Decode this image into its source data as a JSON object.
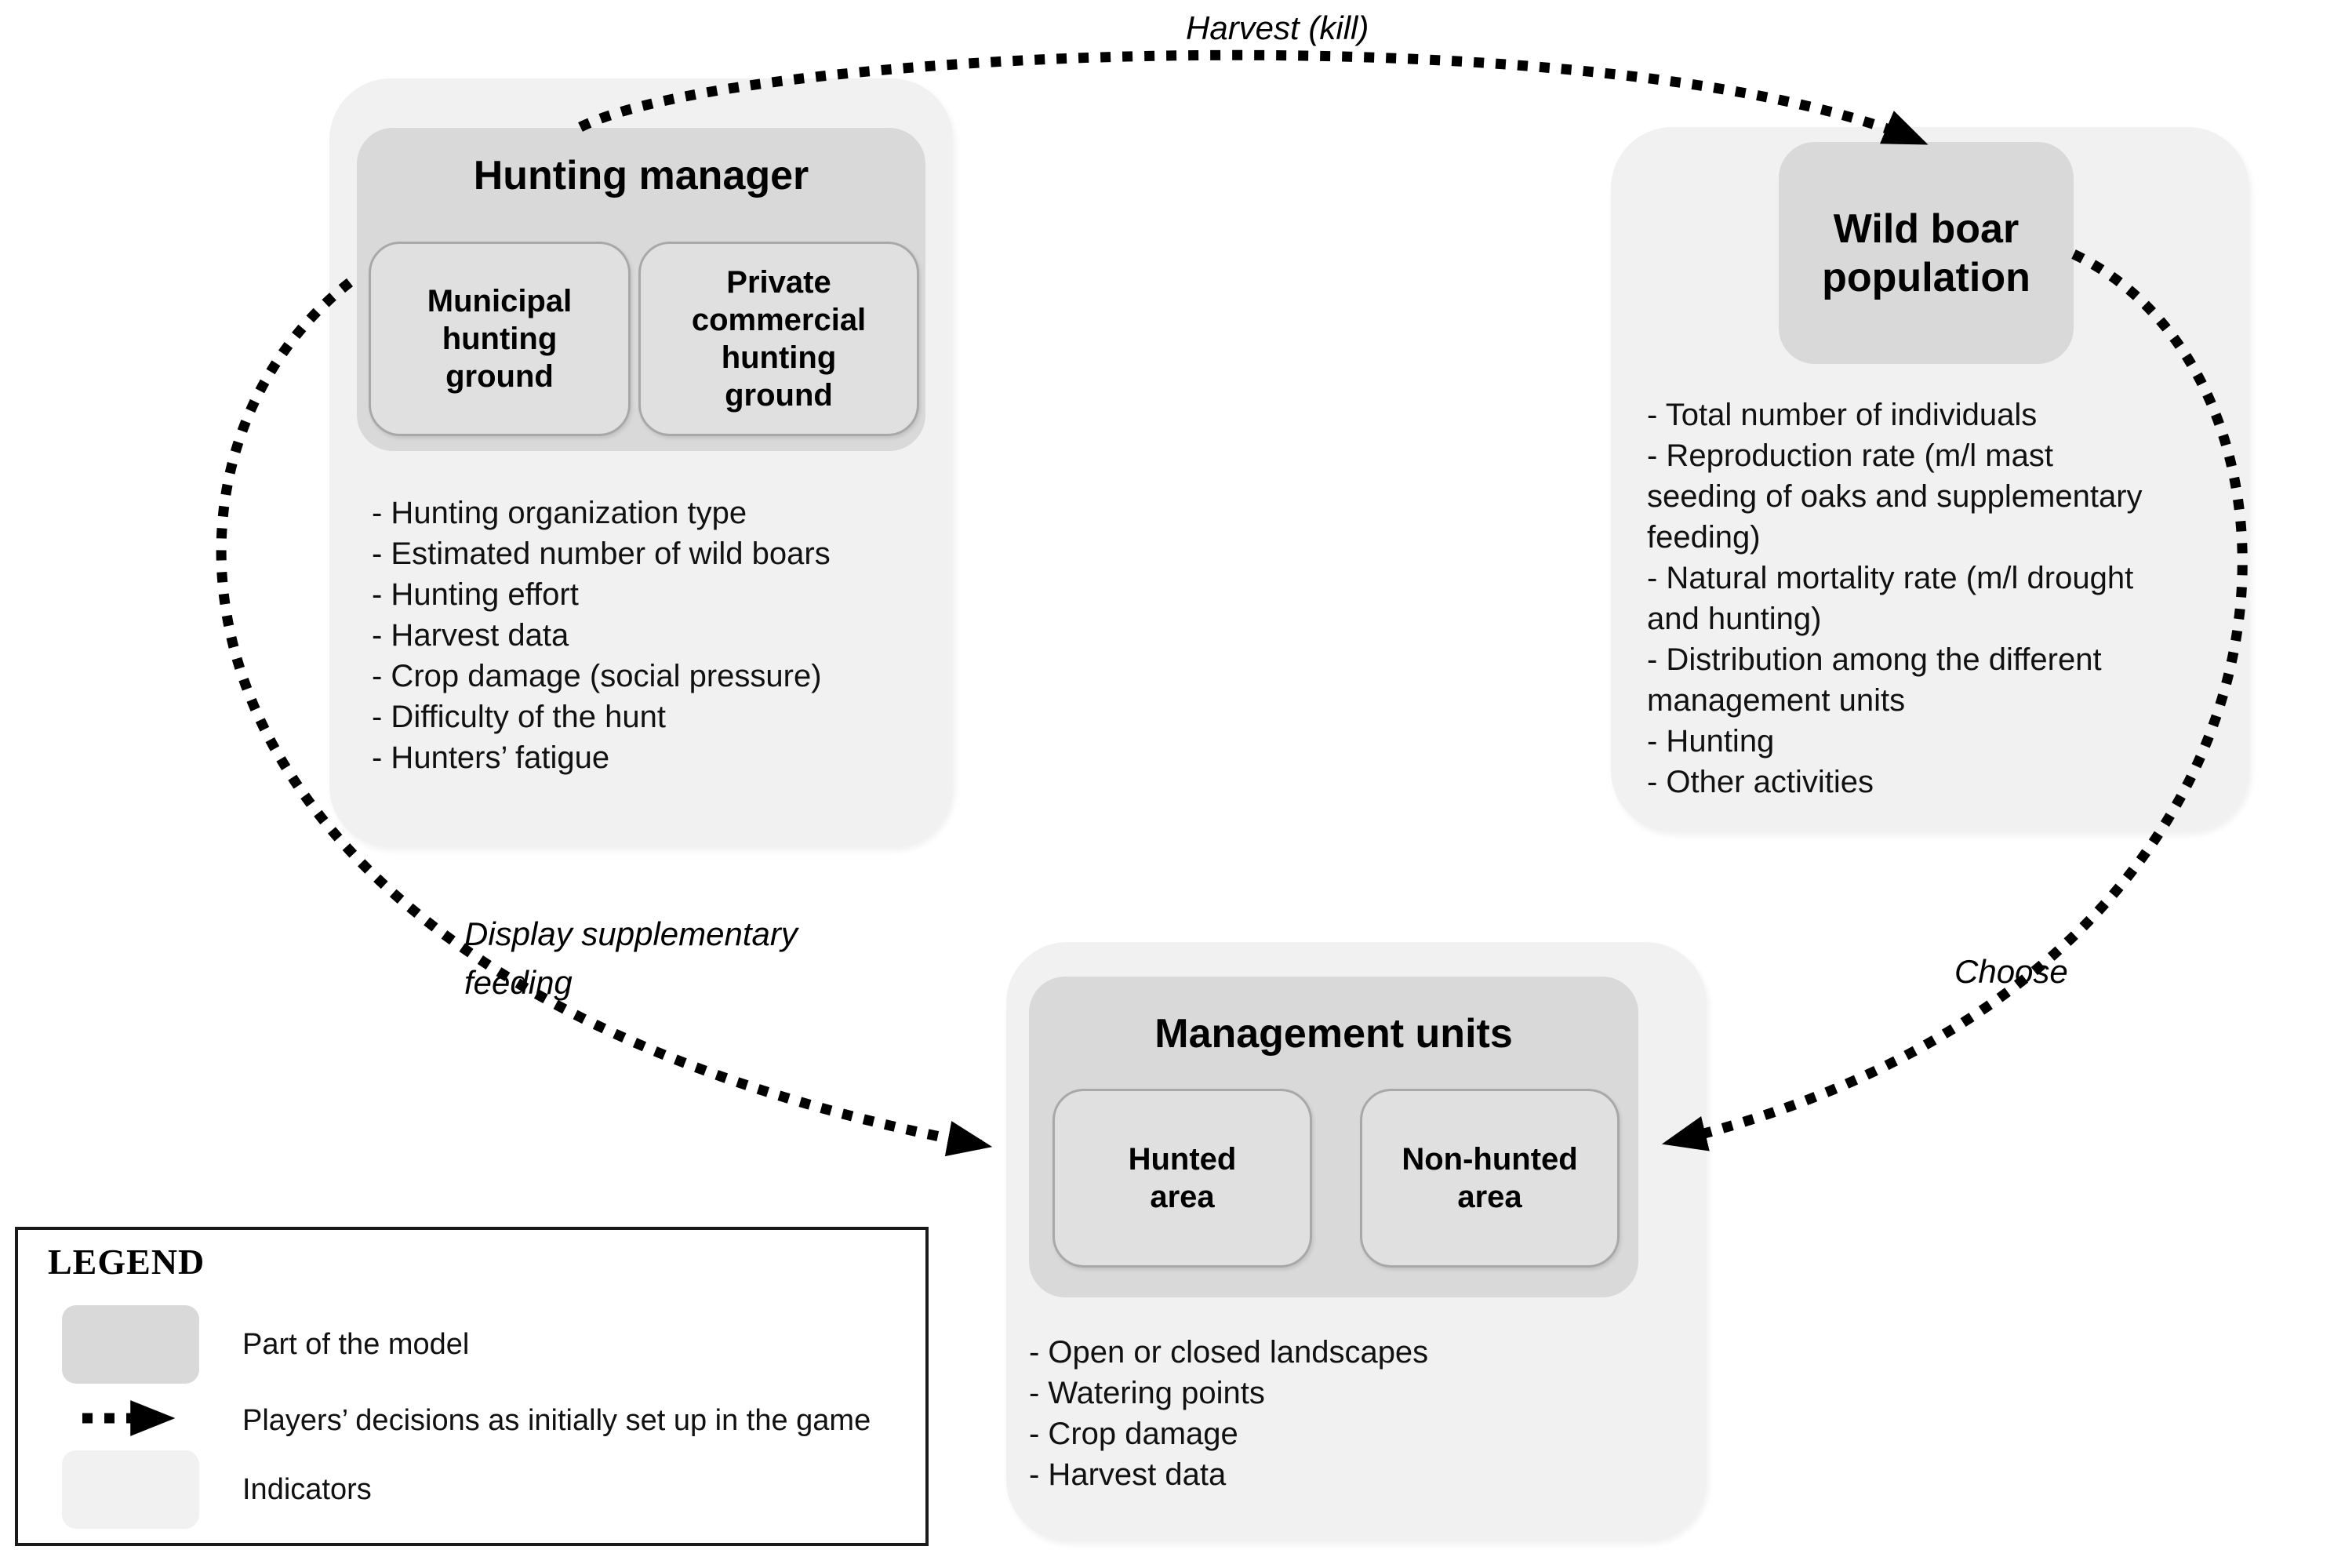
{
  "figure": {
    "type": "model-loop-diagram",
    "background": "#ffffff"
  },
  "colors": {
    "part_of_model_fill": "#d9d9d9",
    "indicators_fill": "#f1f1f1",
    "sub_box_fill": "#e0e0e0",
    "sub_box_border": "#a8a8a8",
    "arrow": "#000000",
    "text": "#111111"
  },
  "nodes": {
    "hunting_manager": {
      "title": "Hunting manager",
      "sub_boxes": [
        {
          "label": "Municipal\nhunting\nground"
        },
        {
          "label": "Private\ncommercial\nhunting\nground"
        }
      ],
      "indicators": [
        "- Hunting organization type",
        "- Estimated number of wild boars",
        "- Hunting effort",
        "- Harvest data",
        "- Crop damage (social pressure)",
        "- Difficulty of the hunt",
        "- Hunters’ fatigue"
      ]
    },
    "wild_boar_population": {
      "title": "Wild boar\npopulation",
      "indicators": [
        "- Total number of individuals",
        "- Reproduction rate (m/l mast\nseeding of oaks and supplementary\nfeeding)",
        "- Natural mortality rate (m/l drought\nand hunting)",
        "- Distribution among the different\nmanagement units",
        "- Hunting",
        "- Other activities"
      ]
    },
    "management_units": {
      "title": "Management units",
      "sub_boxes": [
        {
          "label": "Hunted\narea"
        },
        {
          "label": "Non-hunted\narea"
        }
      ],
      "indicators": [
        "- Open or closed landscapes",
        "- Watering points",
        "- Crop damage",
        "- Harvest data"
      ]
    }
  },
  "arrows": {
    "harvest": {
      "label": "Harvest (kill)",
      "from": "hunting_manager",
      "to": "wild_boar_population"
    },
    "display_feeding": {
      "label": "Display supplementary\nfeeding",
      "from": "hunting_manager",
      "to": "management_units"
    },
    "choose": {
      "label": "Choose",
      "from": "wild_boar_population",
      "to": "management_units"
    }
  },
  "legend": {
    "title": "LEGEND",
    "items": [
      {
        "symbol": "dark-rounded-square",
        "label": "Part of the model"
      },
      {
        "symbol": "dotted-arrow",
        "label": "Players’ decisions as initially set up in the game"
      },
      {
        "symbol": "light-rounded-square",
        "label": "Indicators"
      }
    ]
  }
}
